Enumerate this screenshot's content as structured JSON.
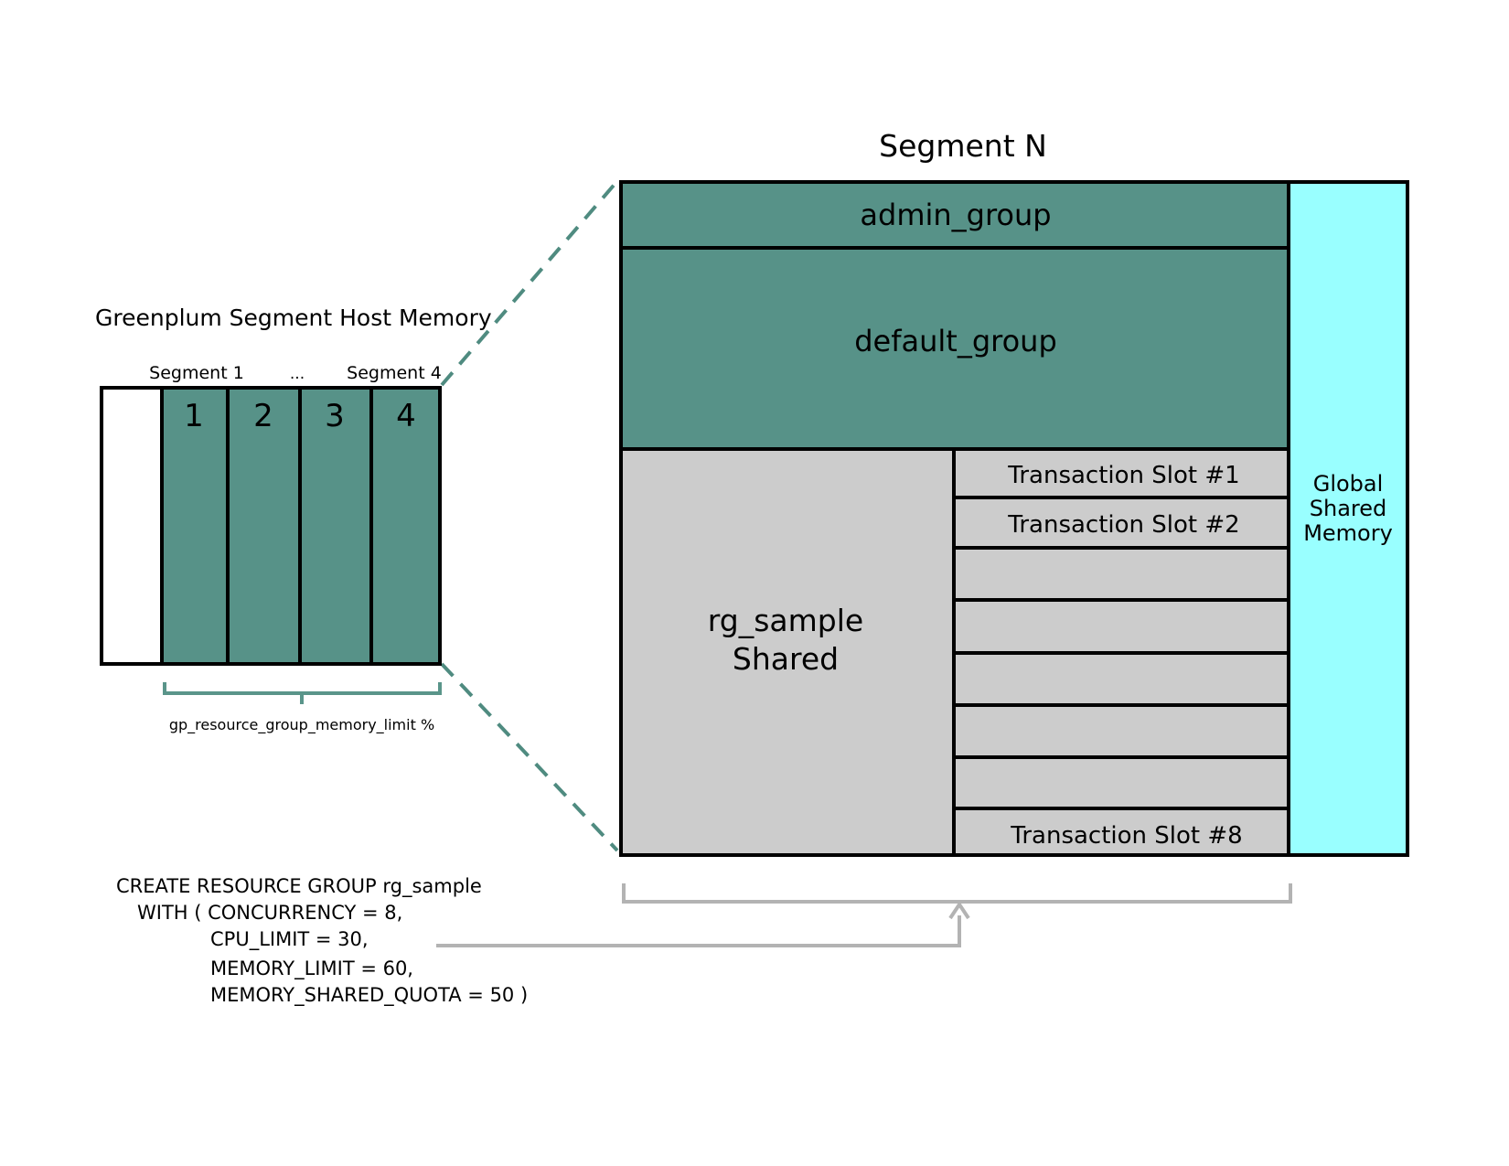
{
  "host": {
    "title": "Greenplum Segment Host Memory",
    "segment_label_first": "Segment 1",
    "segment_label_dots": "...",
    "segment_label_last": "Segment 4",
    "segment_numbers": [
      "1",
      "2",
      "3",
      "4"
    ],
    "brace_label": "gp_resource_group_memory_limit %"
  },
  "segment_n": {
    "title": "Segment N",
    "admin_group": "admin_group",
    "default_group": "default_group",
    "rg_shared_line1": "rg_sample",
    "rg_shared_line2": "Shared",
    "slots": [
      "Transaction Slot #1",
      "Transaction Slot #2",
      "",
      "",
      "",
      "",
      "",
      "Transaction Slot #8"
    ],
    "global_line1": "Global",
    "global_line2": "Shared",
    "global_line3": "Memory"
  },
  "sql": {
    "lines": [
      "CREATE RESOURCE GROUP rg_sample",
      "WITH ( CONCURRENCY = 8,",
      "CPU_LIMIT = 30,",
      "MEMORY_LIMIT = 60,",
      "MEMORY_SHARED_QUOTA = 50 )"
    ]
  },
  "colors": {
    "segment_fill": "#579288",
    "dashed_line": "#4f8b80",
    "shared_fill": "#cccccc",
    "global_fill": "#99ffff",
    "bracket_gray": "#b3b3b3"
  }
}
